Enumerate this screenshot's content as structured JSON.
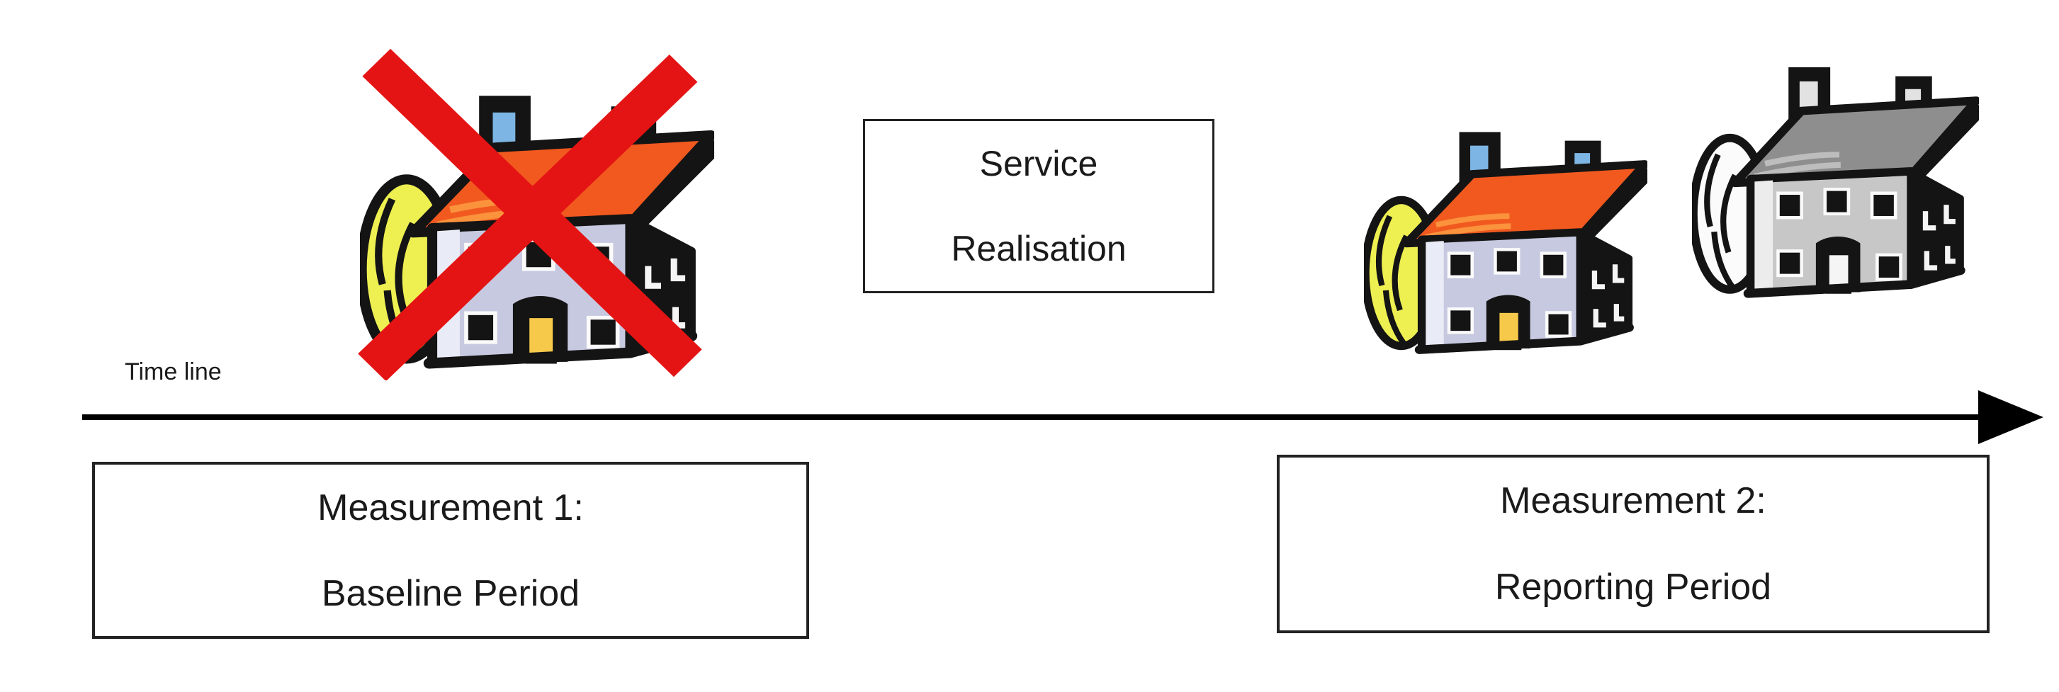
{
  "diagram": {
    "timeline": {
      "label": "Time line"
    },
    "service_box": {
      "line1": "Service",
      "line2": "Realisation"
    },
    "measurement1_box": {
      "line1": "Measurement 1:",
      "line2": "Baseline Period"
    },
    "measurement2_box": {
      "line1": "Measurement 2:",
      "line2": "Reporting Period"
    },
    "icons": {
      "baseline_house": "house-icon",
      "baseline_cross": "red-cross-icon",
      "reporting_house_colored": "house-icon",
      "reporting_house_gray": "gray-house-icon",
      "timeline_arrow": "right-arrow-icon"
    },
    "colors": {
      "background": "#ffffff",
      "text": "#1a1a1a",
      "box-border": "#222222",
      "timeline": "#000000",
      "cross": "#e51414",
      "outline": "#141414",
      "roof": "#f1591f",
      "roof-hl": "#fb923c",
      "wall": "#c6c9e0",
      "wall-hl": "#e9ecf6",
      "door": "#f6c94a",
      "bush": "#eef052",
      "pane": "#7db6e4",
      "gray-roof": "#8e8e8e",
      "gray-roof-hl": "#bdbdbd",
      "gray-wall": "#c7c7c7",
      "gray-wall-hl": "#ececec",
      "gray-door": "#f5f5f5",
      "gray-bush": "#fbfbfb",
      "gray-pane": "#e2e2e2"
    }
  }
}
